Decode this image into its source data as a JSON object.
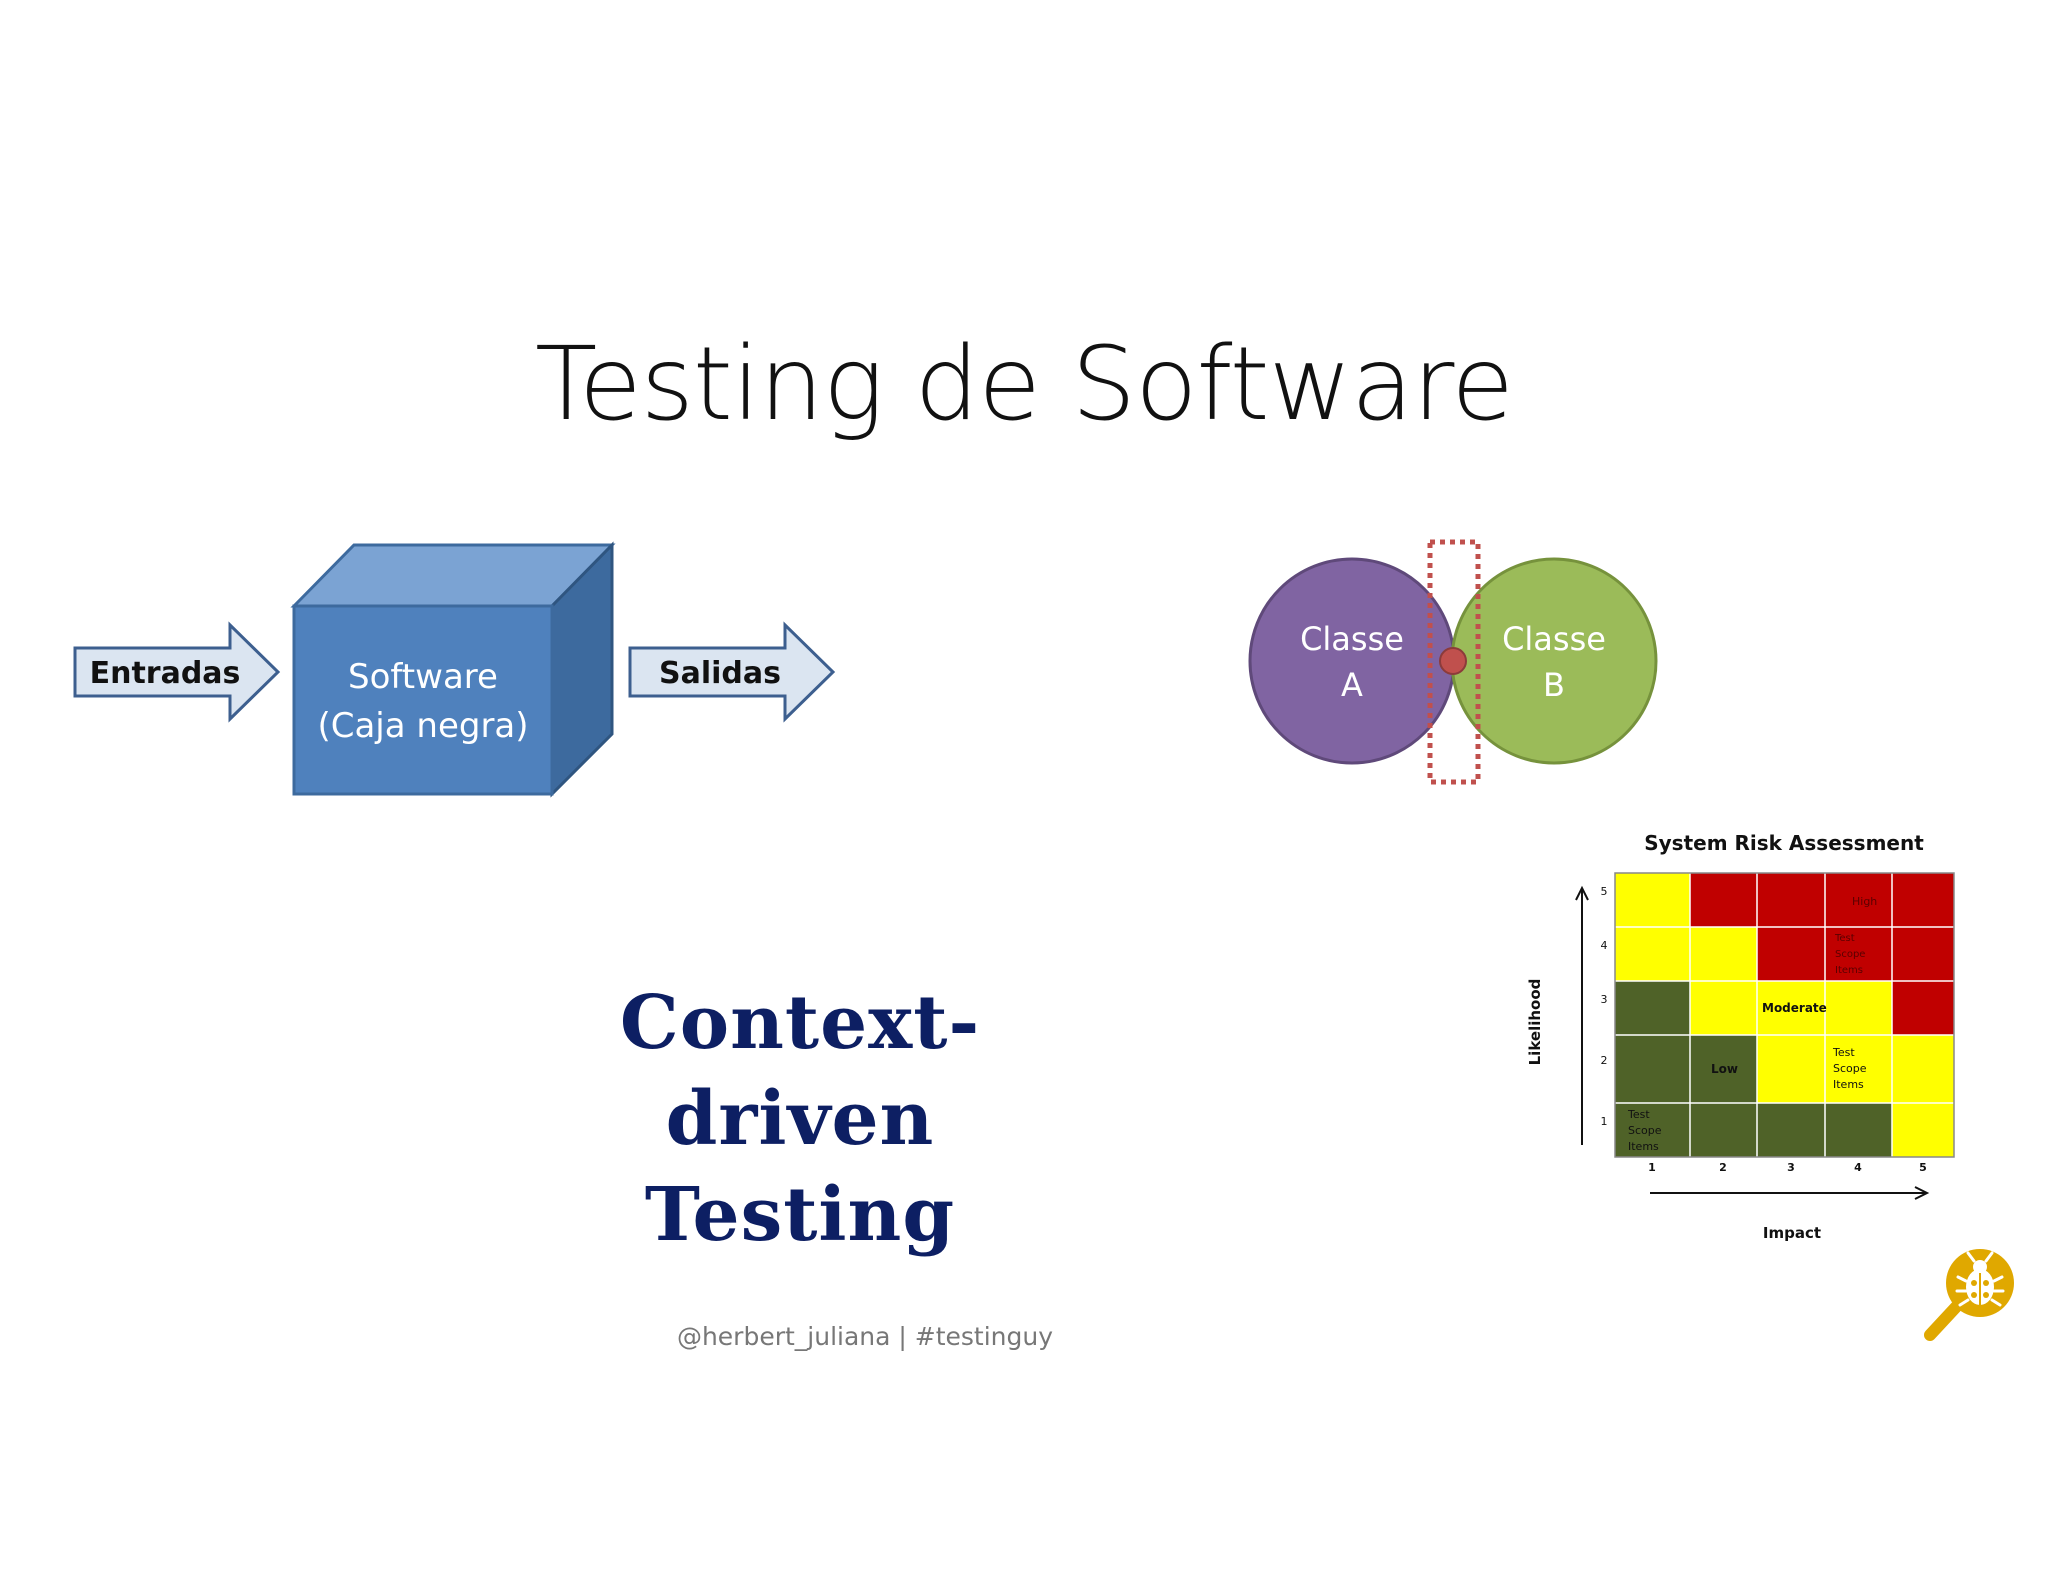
{
  "slide": {
    "title": "Testing de Software",
    "context_line1": "Context-driven",
    "context_line2": "Testing",
    "footer": "@herbert_juliana  | #testinguy"
  },
  "black_box": {
    "inputs_label": "Entradas",
    "box_line1": "Software",
    "box_line2": "(Caja negra)",
    "outputs_label": "Salidas",
    "colors": {
      "box_front": "#4f81bd",
      "box_top": "#7ba3d3",
      "box_side": "#3d6a9e",
      "arrow_fill": "#dbe5f1",
      "arrow_stroke": "#3d5f8f"
    }
  },
  "classes": {
    "a_line1": "Classe",
    "a_line2": "A",
    "b_line1": "Classe",
    "b_line2": "B",
    "colors": {
      "a": "#8064a2",
      "b": "#9bbb59",
      "boundary": "#c0504d"
    }
  },
  "risk_matrix": {
    "title": "System Risk Assessment",
    "xlabel": "Impact",
    "ylabel": "Likelihood",
    "x_ticks": [
      "1",
      "2",
      "3",
      "4",
      "5"
    ],
    "y_ticks": [
      "5",
      "4",
      "3",
      "2",
      "1"
    ],
    "label_high": "High",
    "label_moderate": "Moderate",
    "label_low": "Low",
    "label_items_l1": "Test",
    "label_items_l2": "Scope",
    "label_items_l3": "Items",
    "colors": {
      "red": "#c00000",
      "yellow": "#ffff00",
      "green": "#4f6228"
    }
  },
  "logo": {
    "icon": "magnifier-bug-icon",
    "color": "#e0a800"
  }
}
